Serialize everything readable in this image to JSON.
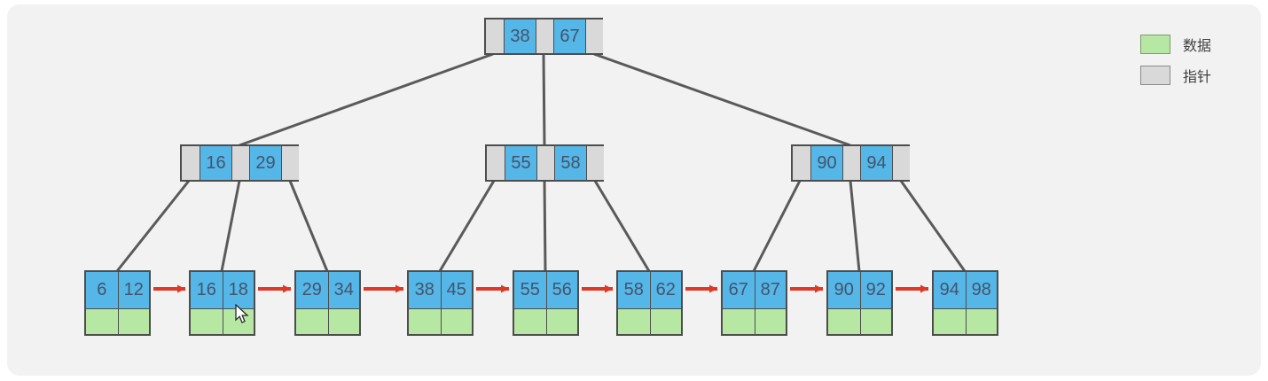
{
  "legend": {
    "items": [
      {
        "name": "data",
        "label": "数据",
        "color": "#b7e8a3"
      },
      {
        "name": "pointer",
        "label": "指针",
        "color": "#d9d9d9"
      }
    ]
  },
  "tree": {
    "type": "b-plus-tree",
    "root": {
      "keys": [
        "38",
        "67"
      ]
    },
    "internal_nodes": [
      {
        "keys": [
          "16",
          "29"
        ]
      },
      {
        "keys": [
          "55",
          "58"
        ]
      },
      {
        "keys": [
          "90",
          "94"
        ]
      }
    ],
    "leaf_nodes": [
      {
        "keys": [
          "6",
          "12"
        ]
      },
      {
        "keys": [
          "16",
          "18"
        ]
      },
      {
        "keys": [
          "29",
          "34"
        ]
      },
      {
        "keys": [
          "38",
          "45"
        ]
      },
      {
        "keys": [
          "55",
          "56"
        ]
      },
      {
        "keys": [
          "58",
          "62"
        ]
      },
      {
        "keys": [
          "67",
          "87"
        ]
      },
      {
        "keys": [
          "90",
          "92"
        ]
      },
      {
        "keys": [
          "94",
          "98"
        ]
      }
    ]
  },
  "colors": {
    "key_cell": "#55b6e8",
    "data_cell": "#b7e8a3",
    "pointer_cell": "#d9d9d9",
    "cell_border": "#4d4d4d",
    "edge": "#5a5a5a",
    "arrow": "#df3827",
    "text": "#44546a",
    "canvas_bg": "#f2f2f2",
    "page_bg": "#ffffff",
    "legend_text": "#3f3f3f"
  }
}
